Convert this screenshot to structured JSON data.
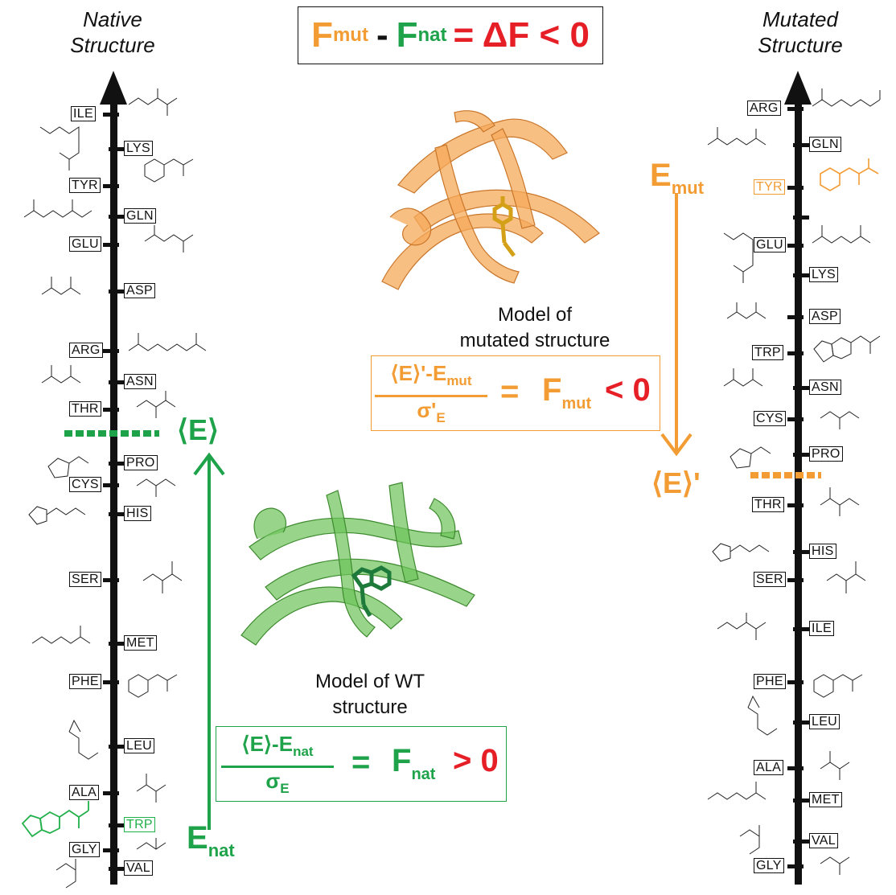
{
  "native": {
    "title_line1": "Native",
    "title_line2": "Structure",
    "residues": [
      "ILE",
      "LYS",
      "TYR",
      "GLN",
      "GLU",
      "ASP",
      "ARG",
      "ASN",
      "THR",
      "PRO",
      "CYS",
      "HIS",
      "SER",
      "MET",
      "PHE",
      "LEU",
      "ALA",
      "TRP",
      "GLY",
      "VAL"
    ],
    "highlight": "TRP"
  },
  "mutated": {
    "title_line1": "Mutated",
    "title_line2": "Structure",
    "residues": [
      "ARG",
      "GLN",
      "TYR",
      "GLU",
      "LYS",
      "ASP",
      "TRP",
      "ASN",
      "CYS",
      "PRO",
      "THR",
      "HIS",
      "SER",
      "ILE",
      "PHE",
      "LEU",
      "ALA",
      "MET",
      "VAL",
      "GLY"
    ],
    "highlight": "TYR"
  },
  "top_equation": {
    "f_mut": "F",
    "mut_sub": "mut",
    "minus": "-",
    "f_nat": "F",
    "nat_sub": "nat",
    "rest": "= ΔF < 0"
  },
  "mean_energy_label": "⟨E⟩",
  "mean_energy_mut_label": "⟨E⟩'",
  "e_nat": {
    "symbol": "E",
    "sub": "nat"
  },
  "e_mut": {
    "symbol": "E",
    "sub": "mut"
  },
  "mut_model_caption": [
    "Model of",
    "mutated structure"
  ],
  "wt_model_caption": [
    "Model of WT",
    "structure"
  ],
  "mut_formula": {
    "numerator": "⟨E⟩'-E",
    "numerator_sub": "mut",
    "denominator": "σ'",
    "denominator_sub": "E",
    "equals": "=",
    "result": "F",
    "result_sub": "mut",
    "inequality": "< 0"
  },
  "nat_formula": {
    "numerator": "⟨E⟩-E",
    "numerator_sub": "nat",
    "denominator": "σ",
    "denominator_sub": "E",
    "equals": "=",
    "result": "F",
    "result_sub": "nat",
    "inequality": "> 0"
  },
  "colors": {
    "orange": "#f29c33",
    "green": "#1fa34a",
    "red": "#e61e26",
    "black": "#111111"
  }
}
